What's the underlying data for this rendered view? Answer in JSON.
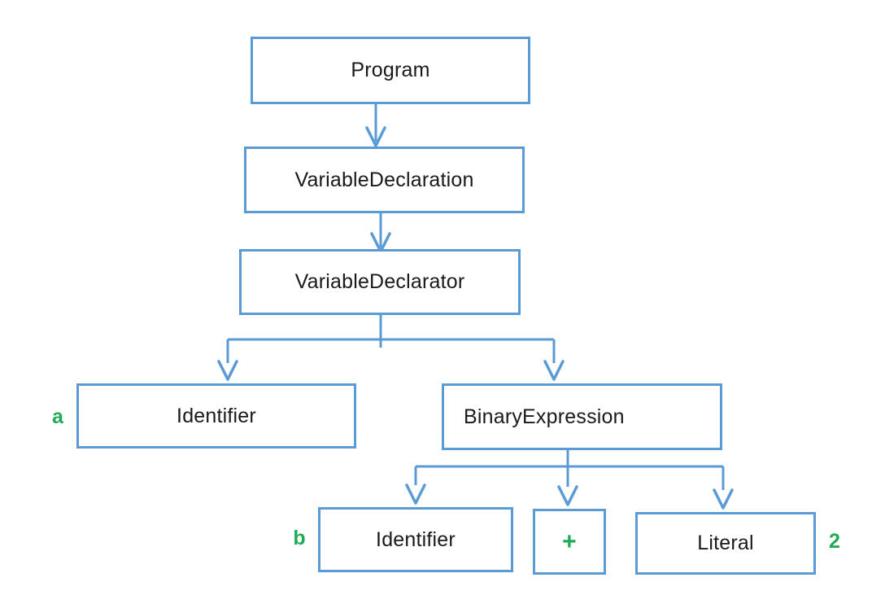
{
  "colors": {
    "node_border_blue": "#5b9bd5",
    "connector_blue": "#5b9bd5",
    "annotation_green": "#21aa55",
    "label_text": "#1a1a1a",
    "background": "#ffffff"
  },
  "nodes": {
    "program": {
      "label": "Program"
    },
    "variable_declaration": {
      "label": "VariableDeclaration"
    },
    "variable_declarator": {
      "label": "VariableDeclarator"
    },
    "identifier_a": {
      "label": "Identifier"
    },
    "binary_expression": {
      "label": "BinaryExpression"
    },
    "identifier_b": {
      "label": "Identifier"
    },
    "operator": {
      "label": "+"
    },
    "literal": {
      "label": "Literal"
    }
  },
  "annotations": {
    "identifier_a_value": "a",
    "identifier_b_value": "b",
    "literal_value": "2"
  },
  "edges": [
    {
      "from": "Program",
      "to": "VariableDeclaration"
    },
    {
      "from": "VariableDeclaration",
      "to": "VariableDeclarator"
    },
    {
      "from": "VariableDeclarator",
      "to": "Identifier (a)"
    },
    {
      "from": "VariableDeclarator",
      "to": "BinaryExpression"
    },
    {
      "from": "BinaryExpression",
      "to": "Identifier (b)"
    },
    {
      "from": "BinaryExpression",
      "to": "+"
    },
    {
      "from": "BinaryExpression",
      "to": "Literal"
    }
  ]
}
